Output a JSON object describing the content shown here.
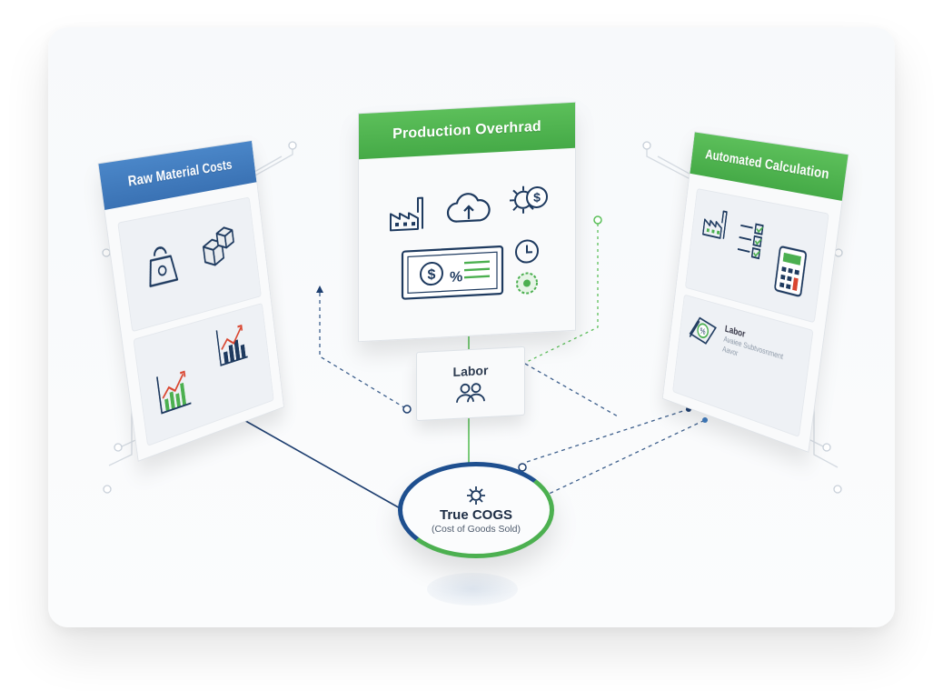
{
  "panels": {
    "raw_material": {
      "title": "Raw Material Costs",
      "color": "#3f7cc0"
    },
    "overhead": {
      "title": "Production Overhrad",
      "color": "#4cb24e"
    },
    "automated": {
      "title": "Automated Calculation",
      "color": "#4cb24e",
      "detail_label": "Labor",
      "detail_lines": [
        "Avaiee Subtvosnment",
        "Aavor"
      ]
    }
  },
  "labor": {
    "label": "Labor"
  },
  "hub": {
    "title": "True COGS",
    "subtitle": "(Cost of Goods Sold)"
  },
  "colors": {
    "navy": "#1e4f8f",
    "green": "#4cb050",
    "blue": "#3f7cc0"
  },
  "icons": {
    "raw_material": [
      "weight-icon",
      "boxes-icon",
      "growth-chart-icon",
      "bar-chart-icon"
    ],
    "overhead": [
      "factory-icon",
      "cloud-upload-icon",
      "gear-dollar-icon",
      "banknote-percent-icon",
      "clock-icon",
      "coin-icon"
    ],
    "automated": [
      "factory-icon",
      "checklist-icon",
      "calculator-icon",
      "money-percent-icon"
    ],
    "labor": "people-icon",
    "hub": "gear-icon"
  }
}
